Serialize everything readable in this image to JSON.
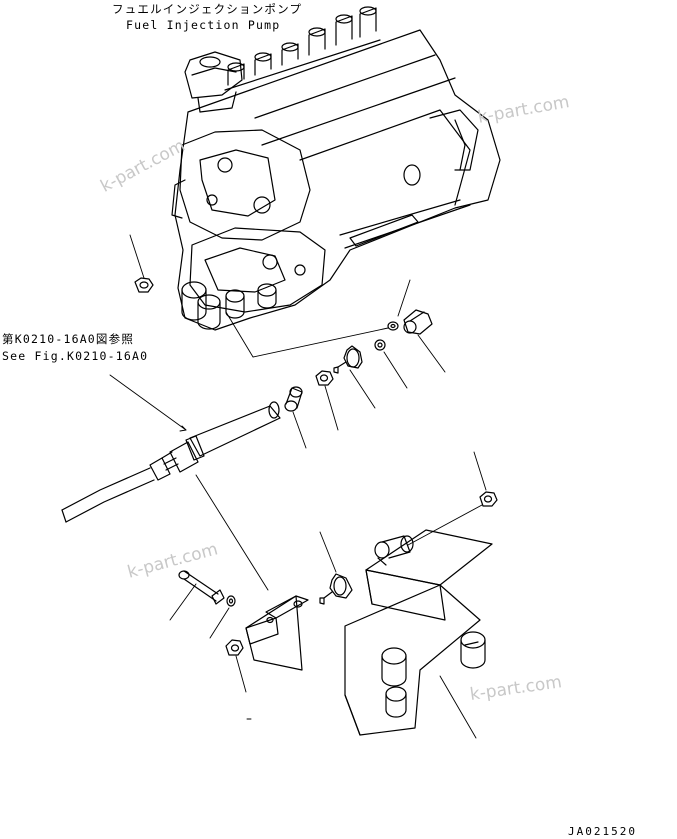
{
  "labels": {
    "title_jp": "フュエルインジェクションポンプ",
    "title_en": "Fuel Injection Pump",
    "ref_jp": "第K0210-16A0図参照",
    "ref_en": "See Fig.K0210-16A0",
    "drawing_code": "JA021520"
  },
  "watermark": "k-part.com"
}
